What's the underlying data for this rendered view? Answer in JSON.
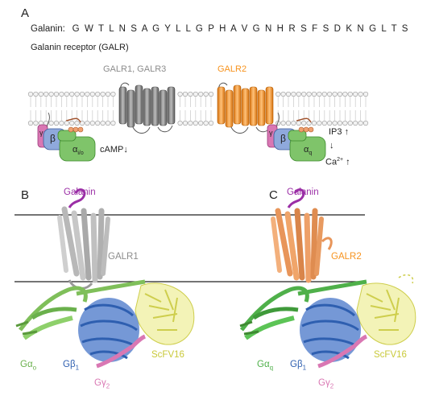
{
  "panel_a": {
    "letter": "A",
    "galanin_label": "Galanin:",
    "galanin_sequence": "G W T L N S A G Y L L G P H A V G N H R S F S D K N G L T S",
    "receptor_title": "Galanin receptor (GALR)",
    "galr13_label": "GALR1, GALR3",
    "galr2_label": "GALR2",
    "left_g": {
      "gamma": "γ",
      "beta": "β",
      "alpha": "α",
      "alpha_sub": "i/o",
      "effect": "cAMP",
      "arrow": "↓"
    },
    "right_g": {
      "gamma": "γ",
      "beta": "β",
      "alpha": "α",
      "alpha_sub": "q",
      "ip3": "IP3",
      "ip3_arrow": "↑",
      "down_arrow": "↓",
      "ca": "Ca",
      "ca_sup": "2+",
      "ca_arrow": "↑"
    }
  },
  "panel_b": {
    "letter": "B",
    "galanin": "Galanin",
    "receptor": "GALR1",
    "galpha": "Gα",
    "galpha_sub": "o",
    "gbeta": "Gβ",
    "gbeta_sub": "1",
    "ggamma": "Gγ",
    "ggamma_sub": "2",
    "scfv": "ScFV16"
  },
  "panel_c": {
    "letter": "C",
    "galanin": "Galanin",
    "receptor": "GALR2",
    "galpha": "Gα",
    "galpha_sub": "q",
    "gbeta": "Gβ",
    "gbeta_sub": "1",
    "ggamma": "Gγ",
    "ggamma_sub": "2",
    "scfv": "ScFV16"
  },
  "colors": {
    "galr13": "#8c8c8c",
    "galr2": "#f7931e",
    "galanin": "#9b2fa6",
    "galpha": "#6ab04c",
    "gbeta": "#2e5fb0",
    "ggamma": "#d977b3",
    "scfv": "#e6e67a",
    "beta_box": "#8fa9dc",
    "gamma_box": "#d977b3"
  }
}
